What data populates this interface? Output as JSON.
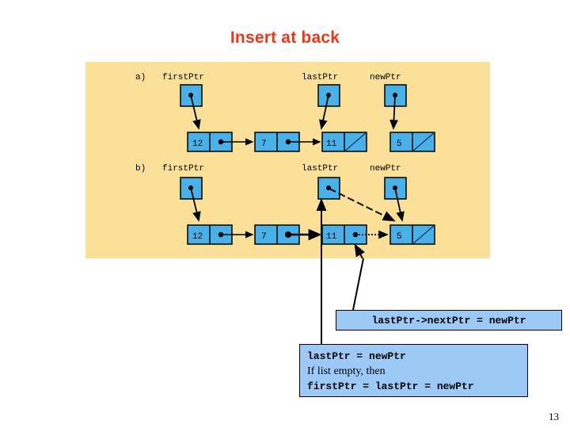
{
  "slide": {
    "title": "Insert at back",
    "page_number": "13",
    "title_color": "#e8381a",
    "panel_color": "#fbe09a",
    "node_color": "#49b1e8",
    "caption_color": "#9dc9f7"
  },
  "sections": [
    {
      "label": "a)",
      "pointers": [
        {
          "name": "firstPtr",
          "target": "node-12"
        },
        {
          "name": "lastPtr",
          "target": "node-11"
        },
        {
          "name": "newPtr",
          "target": "node-5"
        }
      ],
      "lists": [
        {
          "name": "main-list",
          "nodes": [
            {
              "value": "12",
              "next": "node"
            },
            {
              "value": "7",
              "next": "node"
            },
            {
              "value": "11",
              "next": "null"
            }
          ]
        },
        {
          "name": "new-node",
          "nodes": [
            {
              "value": "5",
              "next": "null"
            }
          ]
        }
      ]
    },
    {
      "label": "b)",
      "pointers": [
        {
          "name": "firstPtr",
          "target": "node-12"
        },
        {
          "name": "lastPtr",
          "target": "node-5"
        },
        {
          "name": "newPtr",
          "target": "node-5"
        }
      ],
      "lists": [
        {
          "name": "main-list",
          "nodes": [
            {
              "value": "12",
              "next": "node"
            },
            {
              "value": "7",
              "next": "node"
            },
            {
              "value": "11",
              "next": "node"
            },
            {
              "value": "5",
              "next": "null"
            }
          ]
        }
      ]
    }
  ],
  "captions": [
    {
      "id": "caption-1",
      "text": "lastPtr->nextPtr = newPtr"
    },
    {
      "id": "caption-2",
      "line1": "lastPtr = newPtr",
      "line2": "If list empty, then",
      "line3": "firstPtr = lastPtr = newPtr"
    }
  ]
}
